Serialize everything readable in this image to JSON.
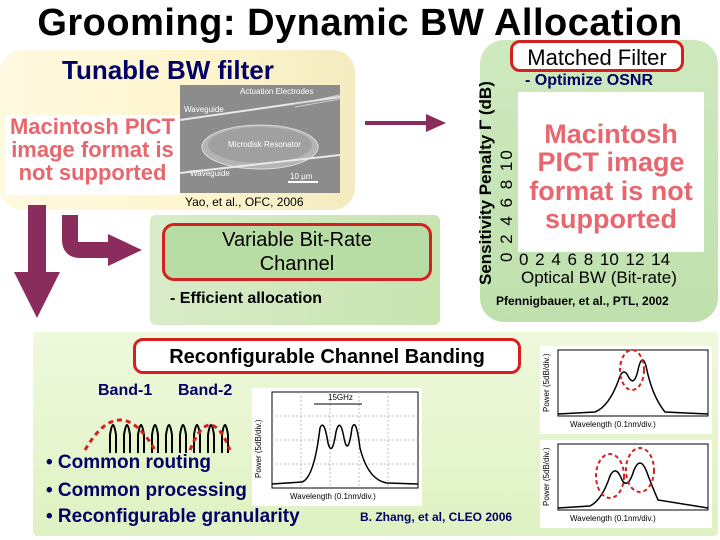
{
  "title": "Grooming: Dynamic BW Allocation",
  "tunable": {
    "heading": "Tunable BW filter",
    "placeholder": "Macintosh PICT image format is not supported",
    "sem_labels": {
      "actuation": "Actuation Electrodes",
      "waveguide_top": "Waveguide",
      "resonator": "Microdisk Resonator",
      "waveguide_bottom": "Waveguide",
      "scale": "10 μm"
    },
    "citation": "Yao, et al., OFC, 2006"
  },
  "vbr": {
    "title_line1": "Variable Bit-Rate",
    "title_line2": "Channel",
    "bullet": "- Efficient allocation"
  },
  "matched": {
    "title": "Matched Filter",
    "bullet": "- Optimize OSNR",
    "placeholder": "Macintosh PICT image format is not supported",
    "y_label": "Sensitivity Penalty Γ (dB)",
    "y_ticks": "0 2 4 6 8 10",
    "x_ticks": "0 2 4 6 8 10 12 14",
    "x_label": "Optical BW (Bit-rate)",
    "citation": "Pfennigbauer, et al., PTL, 2002"
  },
  "banding": {
    "title": "Reconfigurable Channel Banding",
    "band1": "Band-1",
    "band2": "Band-2",
    "bullets": [
      "• Common routing",
      "• Common processing",
      "• Reconfigurable granularity"
    ],
    "plot_mid_label": "15GHz",
    "plot_y_label": "Power (5dB/div.)",
    "plot_x_label": "Wavelength (0.1nm/div.)",
    "citation": "B. Zhang, et al, CLEO 2006"
  },
  "colors": {
    "arrow": "#8b2d5c",
    "highlight": "#d42020",
    "navy": "#000066"
  }
}
